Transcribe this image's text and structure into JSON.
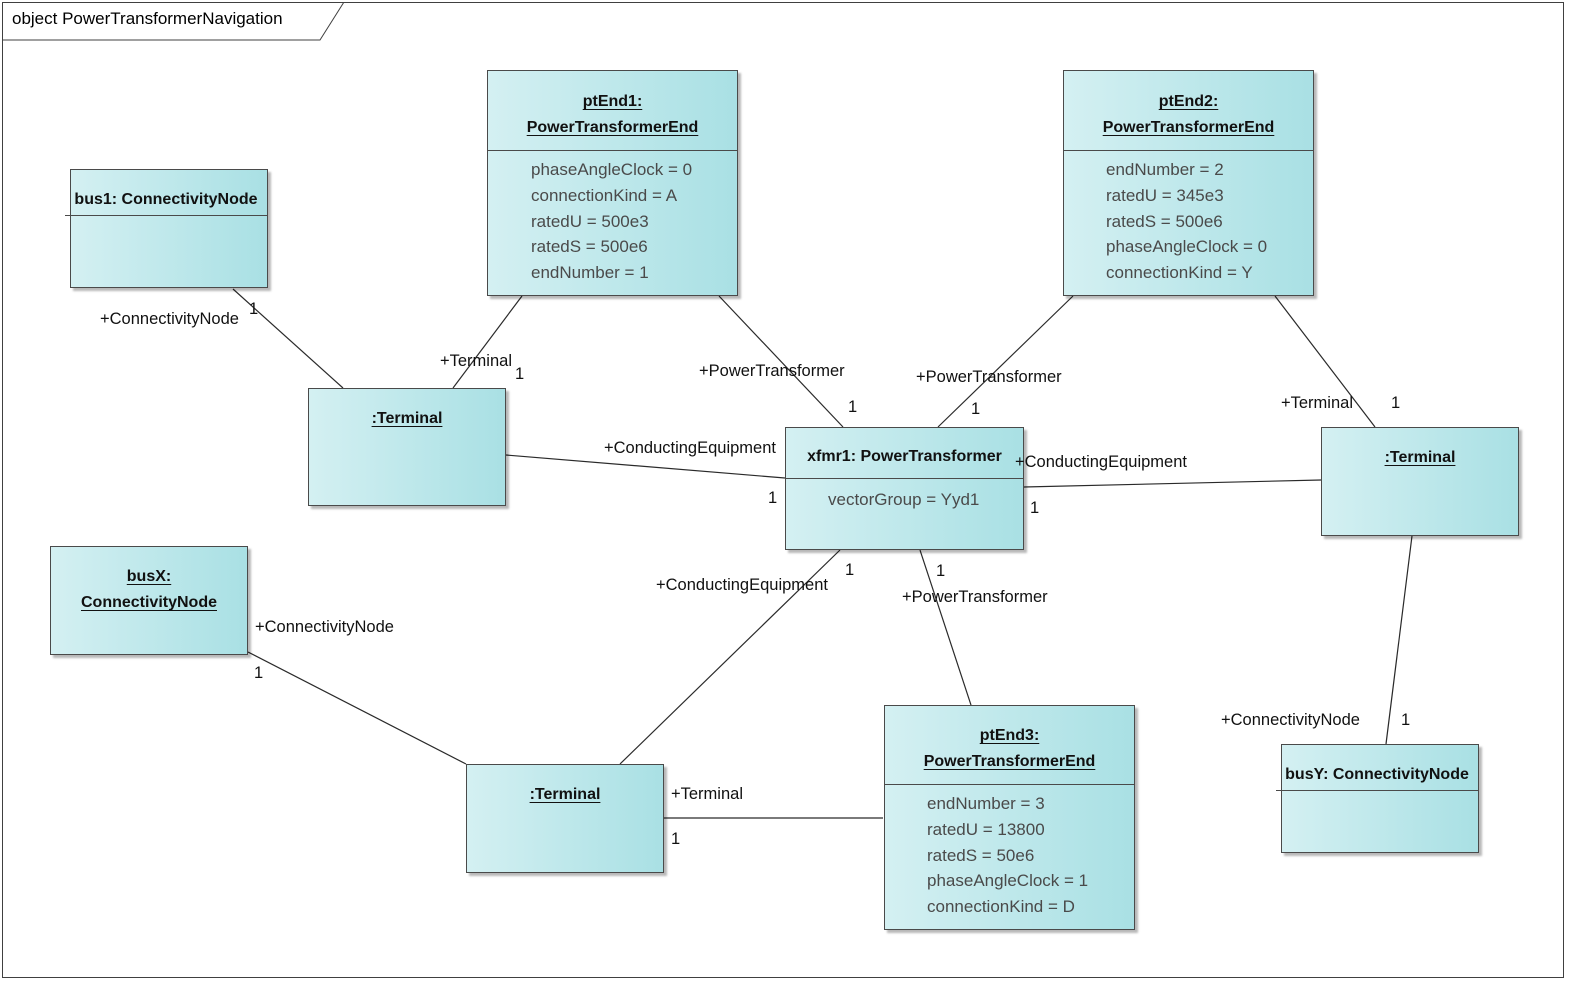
{
  "frame": {
    "title": "object PowerTransformerNavigation"
  },
  "objects": {
    "ptEnd1": {
      "line1": "ptEnd1:",
      "line2": "PowerTransformerEnd",
      "attrs": [
        "phaseAngleClock = 0",
        "connectionKind = A",
        "ratedU = 500e3",
        "ratedS = 500e6",
        "endNumber = 1"
      ]
    },
    "ptEnd2": {
      "line1": "ptEnd2:",
      "line2": "PowerTransformerEnd",
      "attrs": [
        "endNumber = 2",
        "ratedU = 345e3",
        "ratedS = 500e6",
        "phaseAngleClock = 0",
        "connectionKind = Y"
      ]
    },
    "ptEnd3": {
      "line1": "ptEnd3:",
      "line2": "PowerTransformerEnd",
      "attrs": [
        "endNumber = 3",
        "ratedU = 13800",
        "ratedS = 50e6",
        "phaseAngleClock = 1",
        "connectionKind = D"
      ]
    },
    "bus1": {
      "name": "bus1: ConnectivityNode"
    },
    "busX": {
      "line1": "busX:",
      "line2": "ConnectivityNode"
    },
    "busY": {
      "name": "busY: ConnectivityNode"
    },
    "terminal1": {
      "name": ":Terminal"
    },
    "terminal2": {
      "name": ":Terminal"
    },
    "terminal3": {
      "name": ":Terminal"
    },
    "xfmr1": {
      "name": "xfmr1: PowerTransformer",
      "attrs": [
        "vectorGroup = Yyd1"
      ]
    }
  },
  "labels": {
    "bus1_role": "+ConnectivityNode",
    "bus1_mult": "1",
    "t1_role": "+Terminal",
    "t1_mult": "1",
    "pe1_role": "+PowerTransformer",
    "pe1_mult": "1",
    "pe2_role": "+PowerTransformer",
    "pe2_mult": "1",
    "t2_role": "+Terminal",
    "t2_mult": "1",
    "ce1_role": "+ConductingEquipment",
    "ce1_mult": "1",
    "ce2_role": "+ConductingEquipment",
    "ce2_mult": "1",
    "ce3_role": "+ConductingEquipment",
    "ce3_mult": "1",
    "pe3_role": "+PowerTransformer",
    "pe3_mult": "1",
    "busX_role": "+ConnectivityNode",
    "busX_mult": "1",
    "t3_role": "+Terminal",
    "t3_mult": "1",
    "busY_role": "+ConnectivityNode",
    "busY_mult": "1"
  }
}
